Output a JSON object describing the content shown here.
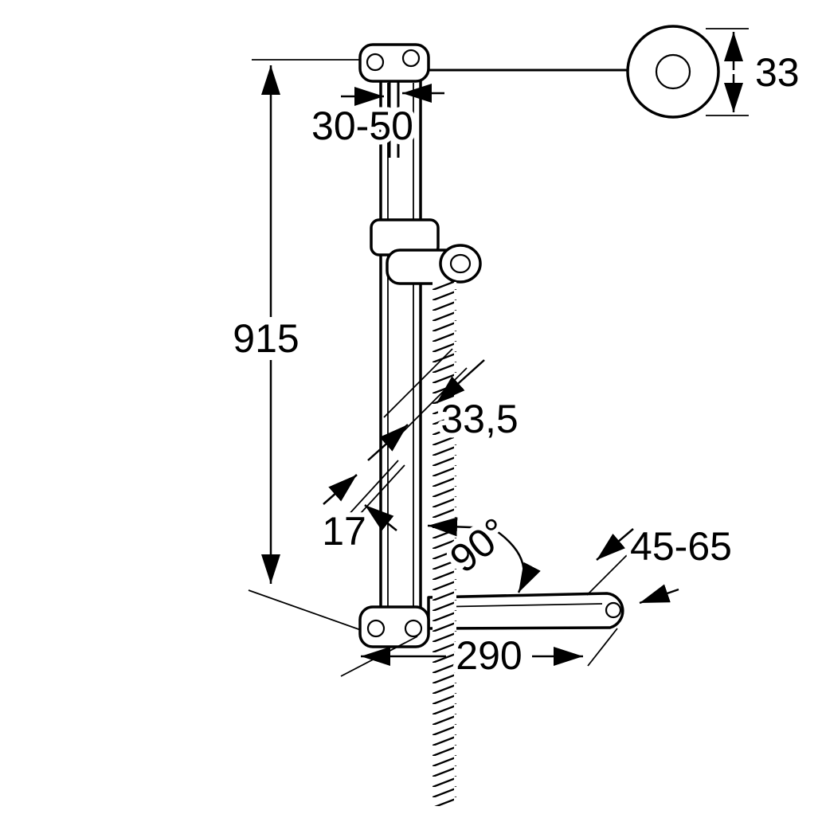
{
  "diagram": {
    "kind": "technical-drawing",
    "subject": "shower wall bar with hand-shower holder, coiled hose, wall flange and soap-dish bar",
    "colors": {
      "background": "#ffffff",
      "line": "#000000"
    },
    "dims": {
      "wall_clearance": "30-50",
      "flange_depth": "33",
      "rail_length": "915",
      "rail_width": "33,5",
      "rail_depth": "17",
      "angle": "90°",
      "bar_end_clearance": "45-65",
      "bar_length": "290"
    }
  }
}
